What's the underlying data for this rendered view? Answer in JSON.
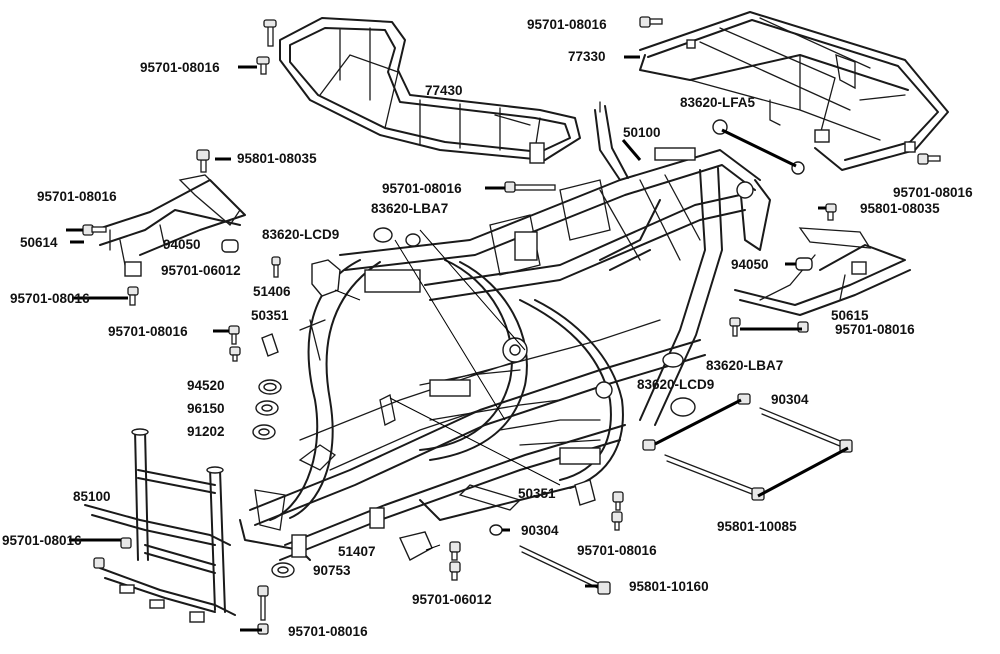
{
  "labels": {
    "l_95701_08016_a": "95701-08016",
    "l_77430": "77430",
    "l_95801_08035_a": "95801-08035",
    "l_95701_08016_b": "95701-08016",
    "l_50614": "50614",
    "l_94050_a": "94050",
    "l_95701_06012_a": "95701-06012",
    "l_95701_08016_c": "95701-08016",
    "l_51406": "51406",
    "l_50351_a": "50351",
    "l_95701_08016_d": "95701-08016",
    "l_94520": "94520",
    "l_96150": "96150",
    "l_91202": "91202",
    "l_85100": "85100",
    "l_95701_08016_e": "95701-08016",
    "l_95701_08016_f": "95701-08016",
    "l_90753": "90753",
    "l_51407": "51407",
    "l_95701_06012_b": "95701-06012",
    "l_90304_a": "90304",
    "l_50351_b": "50351",
    "l_95701_08016_g": "95701-08016",
    "l_95801_10160": "95801-10160",
    "l_95701_08016_h": "95701-08016",
    "l_83620_lba7_a": "83620-LBA7",
    "l_83620_lcd9_a": "83620-LCD9",
    "l_50100": "50100",
    "l_83620_lfa5": "83620-LFA5",
    "l_95701_08016_i": "95701-08016",
    "l_77330": "77330",
    "l_95701_08016_j": "95701-08016",
    "l_95801_08035_b": "95801-08035",
    "l_94050_b": "94050",
    "l_50615": "50615",
    "l_95701_08016_k": "95701-08016",
    "l_83620_lba7_b": "83620-LBA7",
    "l_83620_lcd9_b": "83620-LCD9",
    "l_90304_b": "90304",
    "l_95801_10085": "95801-10085"
  }
}
